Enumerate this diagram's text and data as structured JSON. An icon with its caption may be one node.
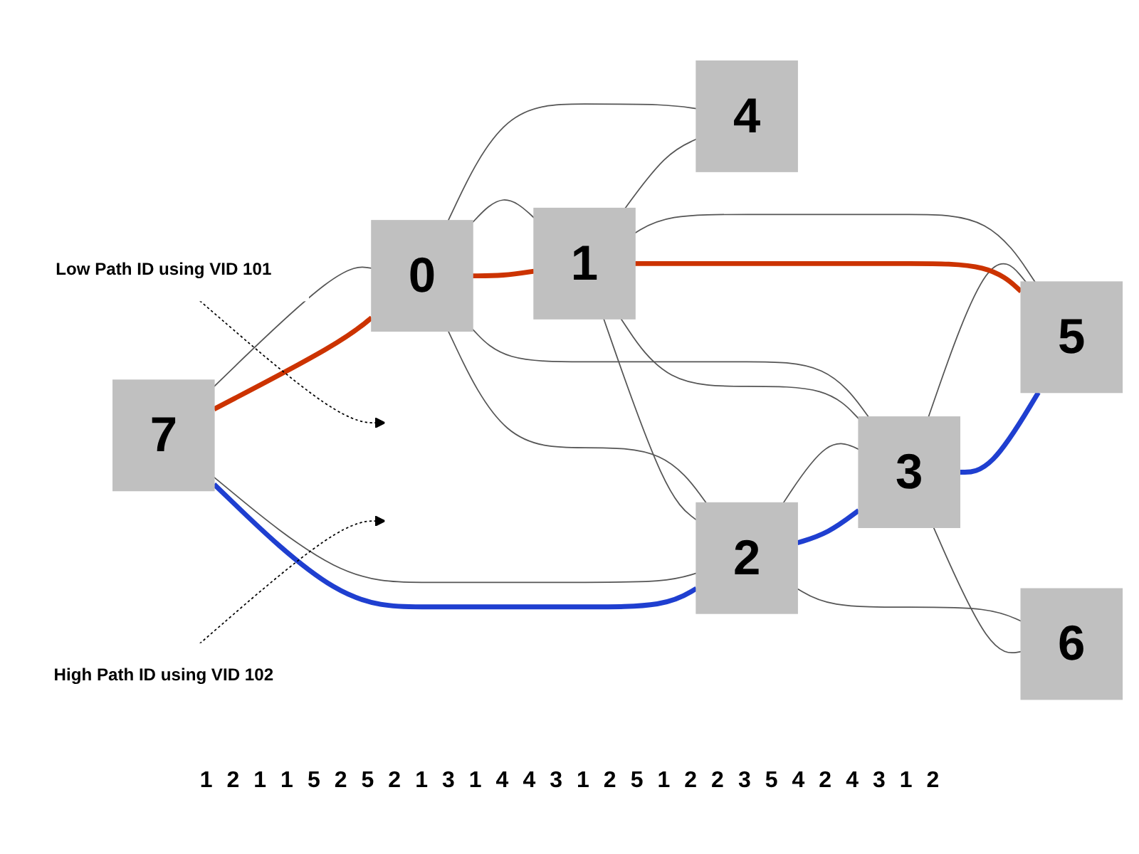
{
  "diagram": {
    "nodes": [
      {
        "text": [
          "4"
        ]
      },
      {
        "text": [
          "0"
        ]
      },
      {
        "text": [
          "1"
        ]
      },
      {
        "text": [
          "7"
        ]
      },
      {
        "text": [
          "2"
        ]
      },
      {
        "text": [
          "3"
        ]
      },
      {
        "text": [
          "5"
        ]
      },
      {
        "text": [
          "6"
        ]
      },
      {
        "text": [
          "Low Path ID using VID 101"
        ]
      },
      {
        "text": [
          "High Path ID using VID 102"
        ]
      }
    ],
    "edges": [
      {
        "from": 1,
        "to": 0,
        "arrow": "none"
      },
      {
        "from": 2,
        "to": 0,
        "arrow": "none"
      },
      {
        "from": 3,
        "to": 1,
        "arrow": "none"
      },
      {
        "from": 1,
        "to": 2,
        "arrow": "none"
      },
      {
        "from": 2,
        "to": 6,
        "arrow": "none"
      },
      {
        "from": 1,
        "to": 4,
        "arrow": "none"
      },
      {
        "from": 1,
        "to": 5,
        "arrow": "none"
      },
      {
        "from": 2,
        "to": 4,
        "arrow": "none"
      },
      {
        "from": 2,
        "to": 5,
        "arrow": "none"
      },
      {
        "from": 3,
        "to": 4,
        "arrow": "none"
      },
      {
        "from": 4,
        "to": 5,
        "arrow": "none"
      },
      {
        "from": 5,
        "to": 6,
        "arrow": "none"
      },
      {
        "from": 4,
        "to": 7,
        "arrow": "none"
      },
      {
        "from": 5,
        "to": 7,
        "arrow": "none"
      },
      {
        "from": 3,
        "to": 1,
        "arrow": "none",
        "style": "thick",
        "color": "#cc3300"
      },
      {
        "from": 1,
        "to": 2,
        "arrow": "none",
        "style": "thick",
        "color": "#cc3300"
      },
      {
        "from": 2,
        "to": 6,
        "arrow": "none",
        "style": "thick",
        "color": "#cc3300"
      },
      {
        "from": 3,
        "to": 4,
        "arrow": "none",
        "style": "thick",
        "color": "#1f3fd0"
      },
      {
        "from": 4,
        "to": 5,
        "arrow": "none",
        "style": "thick",
        "color": "#1f3fd0"
      },
      {
        "from": 5,
        "to": 6,
        "arrow": "none",
        "style": "thick",
        "color": "#1f3fd0"
      },
      {
        "from": 8,
        "to": null,
        "arrow": "to",
        "style": "dashed"
      },
      {
        "from": 9,
        "to": null,
        "arrow": "to",
        "style": "dashed"
      }
    ],
    "labels": [
      "1",
      "2",
      "1",
      "1",
      "5",
      "2",
      "5",
      "2",
      "1",
      "3",
      "1",
      "4",
      "4",
      "3",
      "1",
      "2",
      "5",
      "1",
      "2",
      "2",
      "3",
      "5",
      "4",
      "2",
      "4",
      "3",
      "1",
      "2"
    ]
  }
}
